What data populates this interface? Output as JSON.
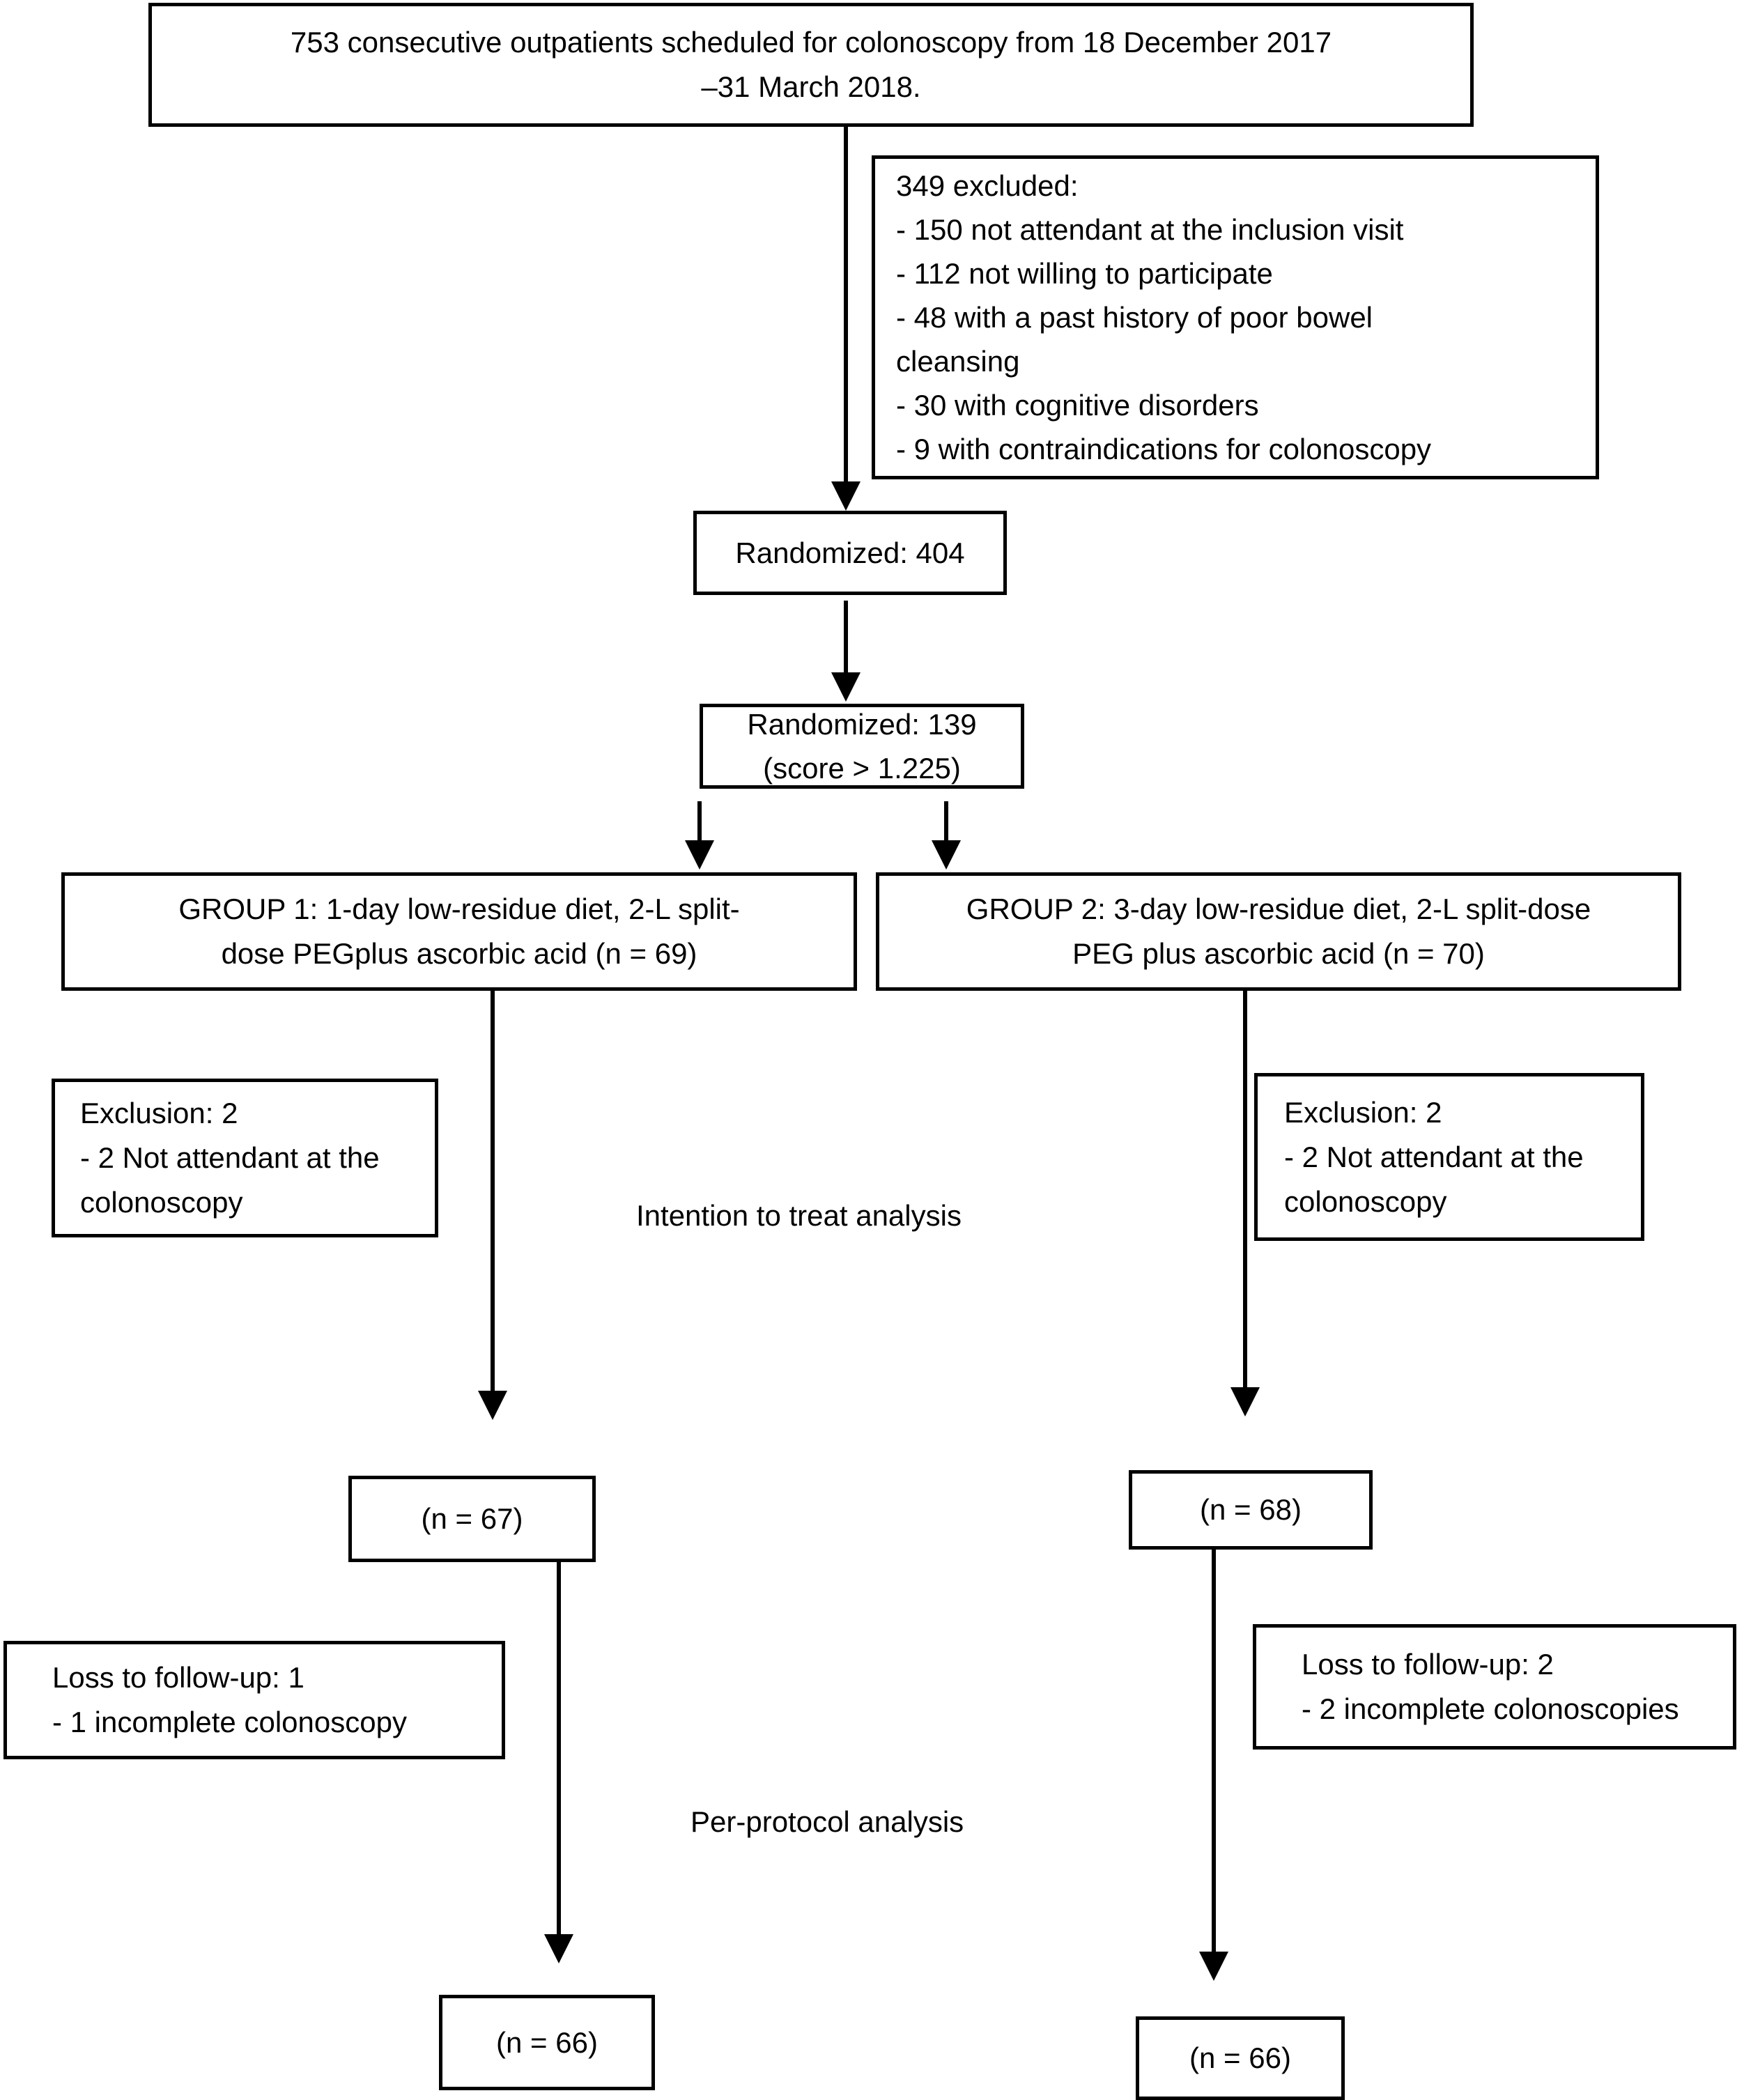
{
  "figure": {
    "background": "#ffffff",
    "line_color": "#000000"
  },
  "nodes": {
    "enrollment": {
      "lines": [
        "753 consecutive outpatients scheduled for colonoscopy from 18 December 2017",
        "–31 March 2018."
      ]
    },
    "excluded": {
      "lines": [
        "349 excluded:",
        "- 150 not attendant at the inclusion visit",
        "- 112 not willing to participate",
        "- 48 with a past history of poor bowel",
        "cleansing",
        "- 30 with cognitive disorders",
        "- 9 with contraindications for colonoscopy"
      ]
    },
    "randomized_404": {
      "lines": [
        "Randomized: 404"
      ]
    },
    "randomized_139": {
      "lines": [
        "Randomized: 139",
        "(score > 1.225)"
      ]
    },
    "group1": {
      "lines": [
        "GROUP 1: 1-day low-residue diet, 2-L split-",
        "dose PEGplus ascorbic acid (n = 69)"
      ]
    },
    "group2": {
      "lines": [
        "GROUP 2: 3-day low-residue diet, 2-L split-dose",
        "PEG plus ascorbic acid (n = 70)"
      ]
    },
    "exclusion1": {
      "lines": [
        "Exclusion: 2",
        "- 2 Not attendant at the",
        "colonoscopy"
      ]
    },
    "exclusion2": {
      "lines": [
        "Exclusion: 2",
        "- 2 Not attendant at the",
        "colonoscopy"
      ]
    },
    "n67": {
      "lines": [
        "(n = 67)"
      ]
    },
    "n68": {
      "lines": [
        "(n = 68)"
      ]
    },
    "loss1": {
      "lines": [
        "Loss to follow-up: 1",
        "- 1 incomplete colonoscopy"
      ]
    },
    "loss2": {
      "lines": [
        "Loss to follow-up: 2",
        "- 2 incomplete colonoscopies"
      ]
    },
    "n66_left": {
      "lines": [
        "(n = 66)"
      ]
    },
    "n66_right": {
      "lines": [
        "(n = 66)"
      ]
    }
  },
  "labels": {
    "itt": "Intention to treat analysis",
    "pp": "Per-protocol analysis"
  }
}
